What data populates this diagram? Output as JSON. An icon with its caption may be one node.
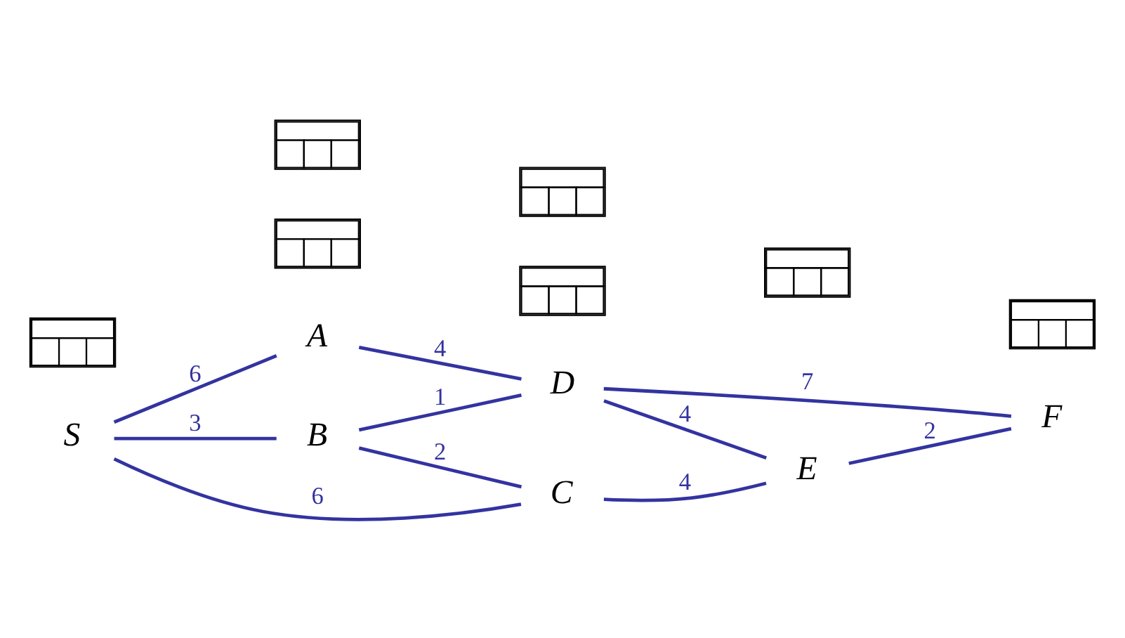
{
  "diagram": {
    "nodes": [
      {
        "text": [
          "S"
        ]
      },
      {
        "text": [
          "A"
        ]
      },
      {
        "text": [
          "B"
        ]
      },
      {
        "text": [
          "C"
        ]
      },
      {
        "text": [
          "D"
        ]
      },
      {
        "text": [
          "E"
        ]
      },
      {
        "text": [
          "F"
        ]
      },
      {
        "text": [],
        "shape": "table"
      },
      {
        "text": [],
        "shape": "table"
      },
      {
        "text": [],
        "shape": "table"
      },
      {
        "text": [],
        "shape": "table"
      },
      {
        "text": [],
        "shape": "table"
      },
      {
        "text": [],
        "shape": "table"
      },
      {
        "text": [],
        "shape": "table"
      }
    ],
    "edges": [
      {
        "from": 0,
        "to": 1,
        "arrow": "none",
        "label": "6"
      },
      {
        "from": 1,
        "to": 4,
        "arrow": "none",
        "label": "4"
      },
      {
        "from": 0,
        "to": 2,
        "arrow": "none",
        "label": "3"
      },
      {
        "from": 2,
        "to": 4,
        "arrow": "none",
        "label": "1"
      },
      {
        "from": 0,
        "to": 3,
        "arrow": "none",
        "label": "6"
      },
      {
        "from": 2,
        "to": 3,
        "arrow": "none",
        "label": "2"
      },
      {
        "from": 3,
        "to": 5,
        "arrow": "none",
        "label": "4"
      },
      {
        "from": 4,
        "to": 5,
        "arrow": "none",
        "label": "4"
      },
      {
        "from": 4,
        "to": 6,
        "arrow": "none",
        "label": "7"
      },
      {
        "from": 5,
        "to": 6,
        "arrow": "none",
        "label": "2"
      }
    ]
  }
}
